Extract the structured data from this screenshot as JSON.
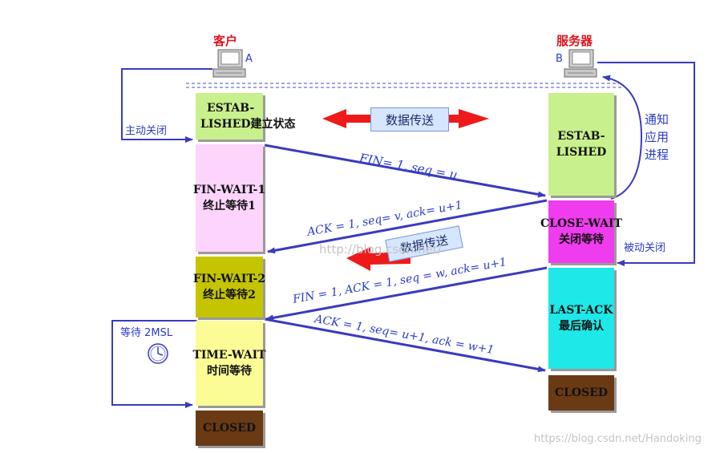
{
  "hosts": {
    "client": {
      "name": "客户",
      "letter": "A"
    },
    "server": {
      "name": "服务器",
      "letter": "B"
    }
  },
  "client_states": {
    "established": [
      "ESTAB-",
      "LISHED建立状态"
    ],
    "fin_wait_1": [
      "FIN-WAIT-1",
      "终止等待1"
    ],
    "fin_wait_2": [
      "FIN-WAIT-2",
      "终止等待2"
    ],
    "time_wait": [
      "TIME-WAIT",
      "时间等待"
    ],
    "closed": "CLOSED"
  },
  "server_states": {
    "established": [
      "ESTAB-",
      "LISHED"
    ],
    "close_wait": [
      "CLOSE-WAIT",
      "关闭等待"
    ],
    "last_ack": [
      "LAST-ACK",
      "最后确认"
    ],
    "closed": "CLOSED"
  },
  "messages": {
    "m1": "FIN= 1, seq = u",
    "m2": "ACK = 1, seq= v, ack= u+1",
    "m3": "FIN = 1, ACK = 1, seq = w, ack= u+1",
    "m4": "ACK = 1, seq= u+1, ack = w+1"
  },
  "annotations": {
    "active_close": "主动关闭",
    "notify_line1": "通知",
    "notify_line2": "应用",
    "notify_line3": "进程",
    "passive_close": "被动关闭",
    "wait_2msl": "等待 2MSL",
    "data_transfer_1": "数据传送",
    "data_transfer_2": "数据传送"
  },
  "watermarks": {
    "center": "http://blog.csdn.net/",
    "corner": "https://blog.csdn.net/Handoking"
  },
  "colors": {
    "arrow_blue": "#3a3ac0",
    "arrow_red": "#ee1a1a",
    "established": "#c8f08c",
    "fin_wait_1": "#fcd4fc",
    "fin_wait_2": "#c4c400",
    "time_wait": "#fcfc96",
    "closed": "#6a3a14",
    "close_wait": "#ee3cee",
    "last_ack": "#1ee8e8"
  }
}
